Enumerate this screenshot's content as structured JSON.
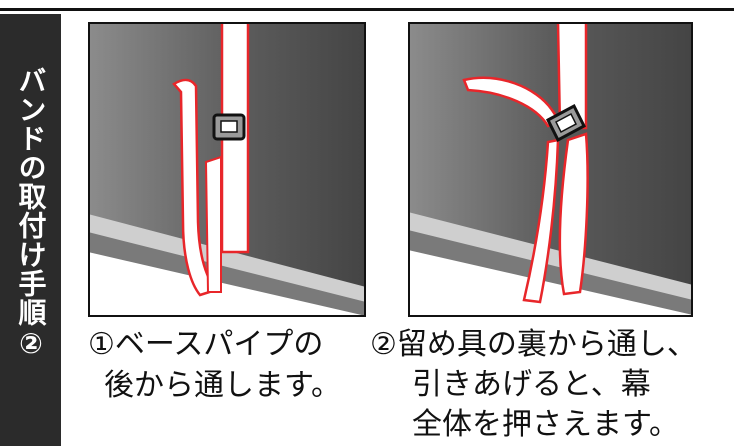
{
  "side_label": "バンドの取付け手順②",
  "step1": {
    "line1": "①ベースパイプの",
    "line2": "後から通します。"
  },
  "step2": {
    "line1": "②留め具の裏から通し、",
    "line2": "引きあげると、幕",
    "line3": "全体を押さえます。"
  },
  "colors": {
    "sidebar": "#2b2b2b",
    "background_wall": "#5a5a5a",
    "pipe": "#8a8a8a",
    "band": "#ffffff",
    "band_outline": "#e8262a",
    "buckle": "#7d7d7d"
  },
  "icons": [
    "band-strap-icon",
    "buckle-icon",
    "base-pipe-icon"
  ]
}
